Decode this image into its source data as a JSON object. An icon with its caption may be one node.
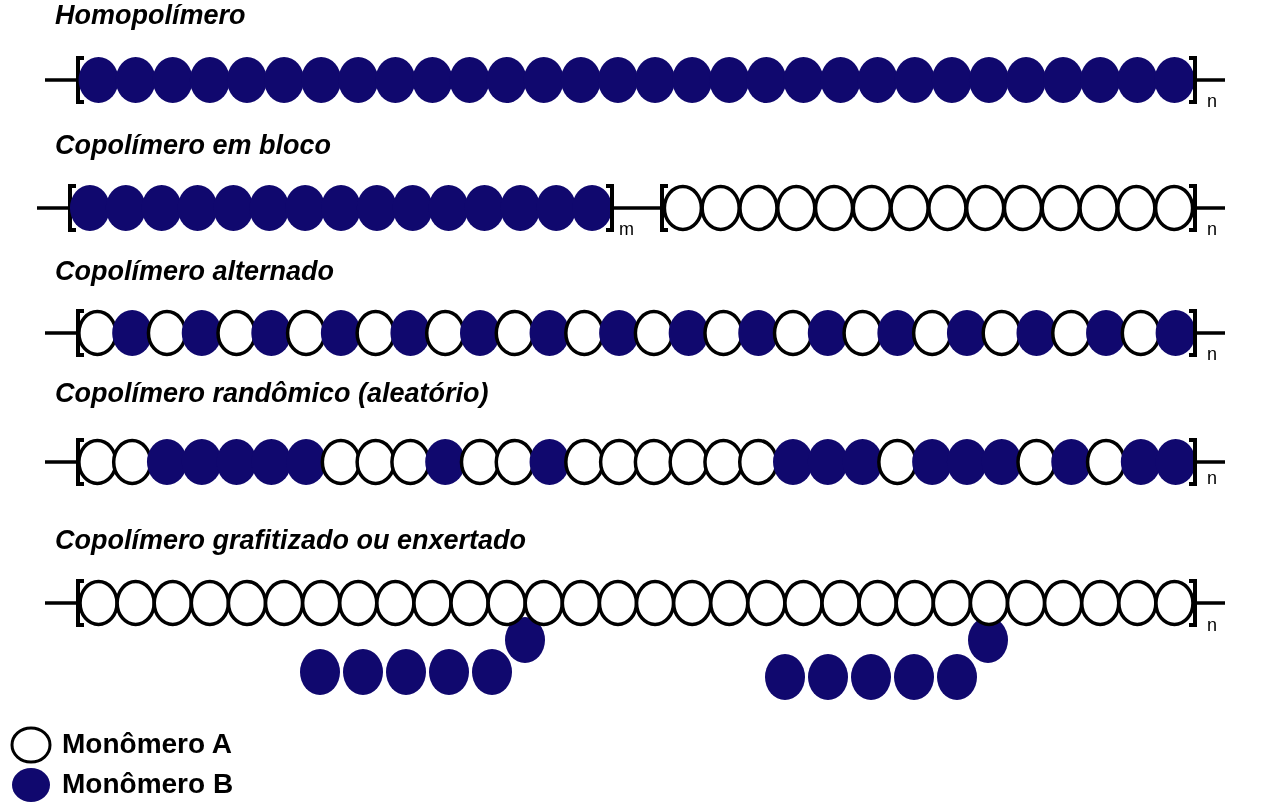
{
  "diagram": {
    "labels": [
      "Homopolímero",
      "n",
      "Copolímero em bloco",
      "m",
      "n",
      "Copolímero alternado",
      "n",
      "Copolímero randômico (aleatório)",
      "n",
      "Copolímero grafitizado ou enxertado",
      "n"
    ],
    "legend": [
      {
        "text": "Monômero A",
        "color": "#ffffff"
      },
      {
        "text": "Monômero B",
        "color": "#10086e"
      }
    ]
  }
}
